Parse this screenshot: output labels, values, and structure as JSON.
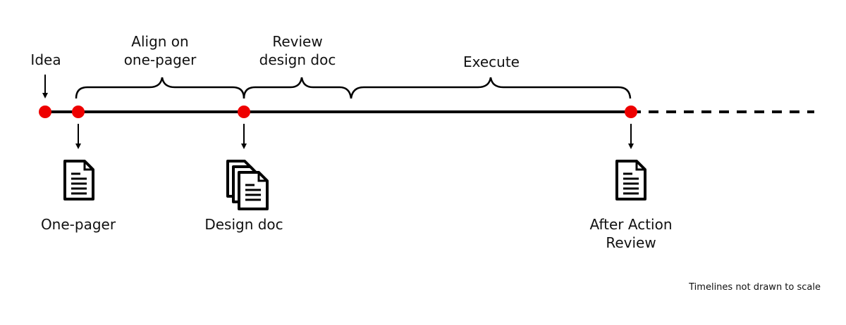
{
  "colors": {
    "event_dot": "#ee0000",
    "line": "#000000",
    "text": "#111111"
  },
  "events": {
    "idea": "Idea"
  },
  "phases": {
    "align_line1": "Align on",
    "align_line2": "one-pager",
    "review_line1": "Review",
    "review_line2": "design doc",
    "execute": "Execute"
  },
  "artifacts": {
    "one_pager": "One-pager",
    "design_doc": "Design doc",
    "aar_line1": "After Action",
    "aar_line2": "Review"
  },
  "icons": {
    "one_pager": "document-icon",
    "design_doc": "document-stack-icon",
    "aar": "document-icon"
  },
  "footnote": "Timelines not drawn to scale"
}
